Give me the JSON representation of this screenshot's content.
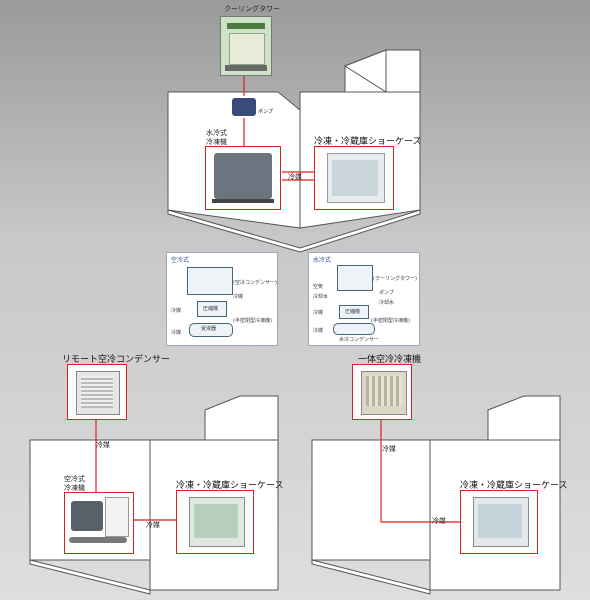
{
  "top_unit": {
    "cooling_tower_label": "クーリングタワー",
    "pump_label": "ポンプ",
    "water_cooled_label_1": "水冷式",
    "water_cooled_label_2": "冷凍機",
    "showcase_label": "冷凍・冷蔵庫ショーケース",
    "pipe_label": "冷媒"
  },
  "diagram_air": {
    "title": "空冷式",
    "condenser": "(空冷コンデンサー)",
    "medium": "冷媒",
    "compressor": "圧縮機",
    "semi_sealed": "(半密閉型冷凍機)",
    "receiver": "受液器",
    "in": "冷媒",
    "out": "冷媒"
  },
  "diagram_water": {
    "title": "水冷式",
    "tower": "(クーリングタワー)",
    "air": "空気",
    "water_out": "冷却水",
    "pump": "ポンプ",
    "return": "冷却水",
    "compressor": "圧縮機",
    "semi_sealed": "(半密閉型冷凍機)",
    "condenser": "水冷コンデンサー",
    "in": "冷媒",
    "out": "冷媒"
  },
  "left_unit": {
    "remote_label": "リモート空冷コンデンサー",
    "air_cooled_label_1": "空冷式",
    "air_cooled_label_2": "冷凍機",
    "showcase_label": "冷凍・冷蔵庫ショーケース",
    "pipe_vertical": "冷媒",
    "pipe_horizontal": "冷媒"
  },
  "right_unit": {
    "integrated_label": "一体空冷冷凍機",
    "showcase_label": "冷凍・冷蔵庫ショーケース",
    "pipe_vertical": "冷媒",
    "pipe_horizontal": "冷媒"
  }
}
